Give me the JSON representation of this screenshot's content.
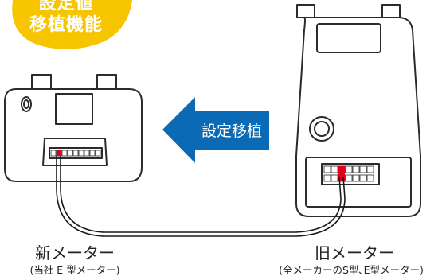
{
  "badge": {
    "line1": "設定値",
    "line2": "移植機能",
    "color": "#f6c500"
  },
  "arrow": {
    "label": "設定移植",
    "color": "#0a6ab5"
  },
  "new_meter": {
    "name": "新メーター",
    "subtitle": "(当社 E 型メーター)"
  },
  "old_meter": {
    "name": "旧メーター",
    "subtitle": "(全メーカーのS型､E型メーター)"
  },
  "colors": {
    "outline": "#2b2b2b",
    "device_fill": "#ffffff",
    "cable": "#1a1a1a",
    "accent_red": "#e0001b",
    "text": "#222222"
  }
}
